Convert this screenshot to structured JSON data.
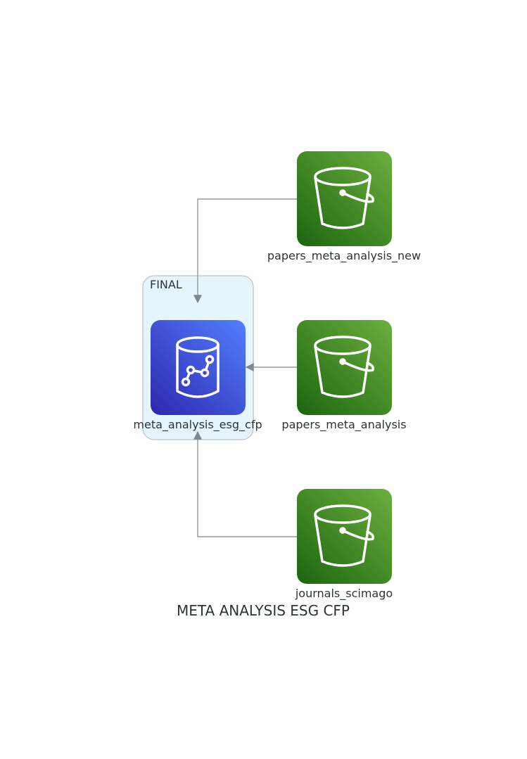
{
  "diagram": {
    "title": "META ANALYSIS ESG CFP",
    "cluster": {
      "label": "FINAL"
    },
    "nodes": {
      "target": {
        "label": "meta_analysis_esg_cfp",
        "icon": "database-analytics-icon",
        "color": "#3b48cc"
      },
      "source_new": {
        "label": "papers_meta_analysis_new",
        "icon": "s3-bucket-icon",
        "color": "#3f8624"
      },
      "source_main": {
        "label": "papers_meta_analysis",
        "icon": "s3-bucket-icon",
        "color": "#3f8624"
      },
      "source_journals": {
        "label": "journals_scimago",
        "icon": "s3-bucket-icon",
        "color": "#3f8624"
      }
    },
    "edges": [
      {
        "from": "papers_meta_analysis_new",
        "to": "meta_analysis_esg_cfp"
      },
      {
        "from": "papers_meta_analysis",
        "to": "meta_analysis_esg_cfp"
      },
      {
        "from": "journals_scimago",
        "to": "meta_analysis_esg_cfp"
      }
    ],
    "colors": {
      "edge": "#7b8894",
      "cluster_fill": "#e5f5fd",
      "cluster_stroke": "#aeb6be"
    }
  }
}
